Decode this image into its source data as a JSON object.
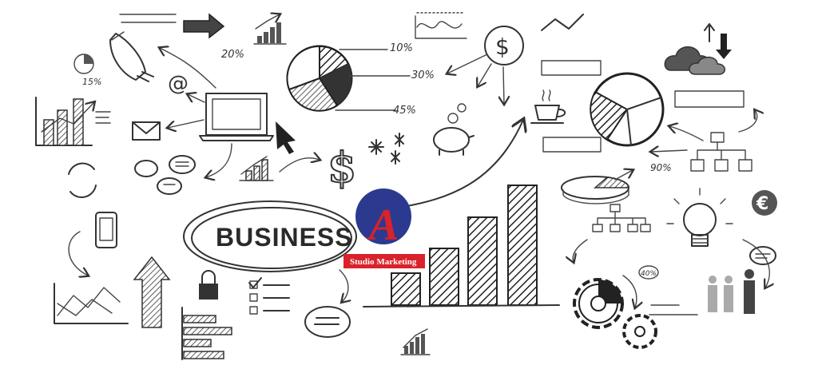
{
  "center": {
    "business_word": "BUSINESS",
    "logo_letter": "A",
    "logo_caption": "Studio Marketing"
  },
  "percent_labels": {
    "top_left": "20%",
    "pie_a": "10%",
    "pie_b": "30%",
    "pie_c": "45%",
    "right_pie": "90%",
    "rocket": "15%",
    "gear": "40%"
  },
  "icons": {
    "currency_right": "€"
  },
  "colors": {
    "logo_blue": "#2b3a8f",
    "logo_red": "#d9222a",
    "ink": "#333333"
  }
}
